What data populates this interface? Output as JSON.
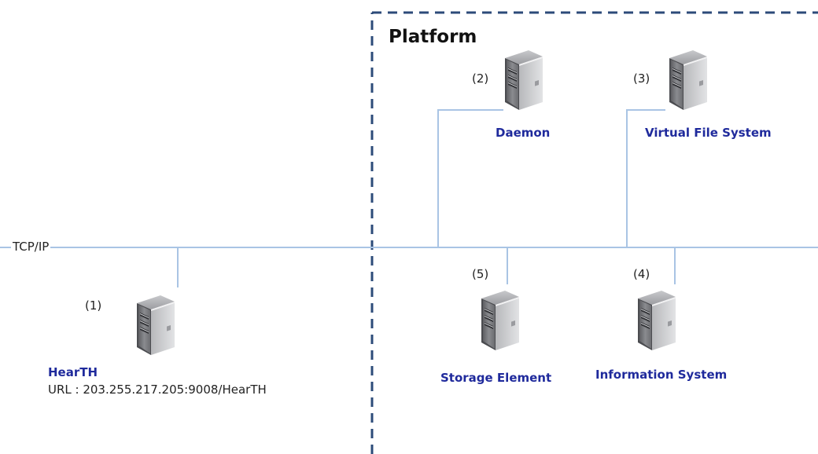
{
  "platform": {
    "title": "Platform"
  },
  "network": {
    "label": "TCP/IP"
  },
  "nodes": {
    "hearth": {
      "number": "(1)",
      "name": "HearTH",
      "url": "URL : 203.255.217.205:9008/HearTH"
    },
    "daemon": {
      "number": "(2)",
      "name": "Daemon"
    },
    "vfs": {
      "number": "(3)",
      "name": "Virtual File System"
    },
    "infosys": {
      "number": "(4)",
      "name": "Information System"
    },
    "storage": {
      "number": "(5)",
      "name": "Storage Element"
    }
  },
  "colors": {
    "link": "#a9c4e4",
    "border": "#2c4b79",
    "label": "#1f2a9c"
  },
  "icons": {
    "server": "server-tower-icon"
  }
}
